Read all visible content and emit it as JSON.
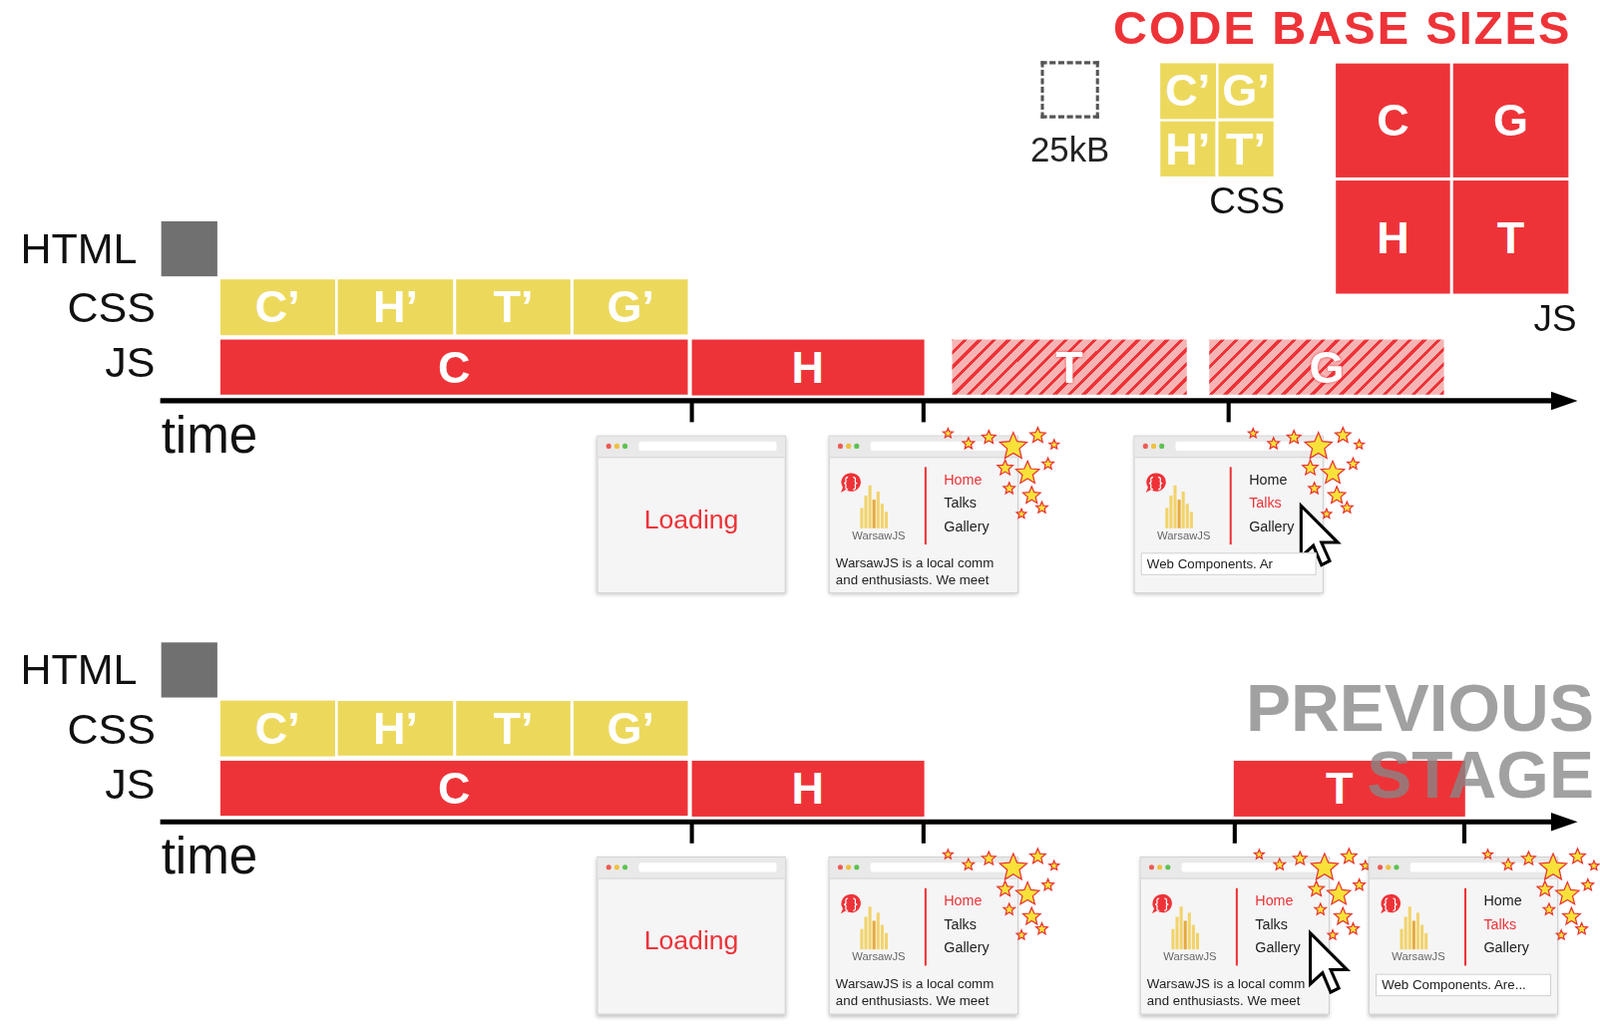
{
  "diagram": {
    "title": "CODE BASE SIZES",
    "nodes": [
      {
        "text": [
          "25kB"
        ]
      },
      {
        "text": [
          "C’"
        ]
      },
      {
        "text": [
          "G’"
        ]
      },
      {
        "text": [
          "H’"
        ]
      },
      {
        "text": [
          "T’"
        ]
      },
      {
        "text": [
          "C"
        ]
      },
      {
        "text": [
          "G"
        ]
      },
      {
        "text": [
          "H"
        ]
      },
      {
        "text": [
          "T"
        ]
      },
      {
        "text": [
          "C’"
        ]
      },
      {
        "text": [
          "H’"
        ]
      },
      {
        "text": [
          "T’"
        ]
      },
      {
        "text": [
          "G’"
        ]
      },
      {
        "text": [
          "C"
        ]
      },
      {
        "text": [
          "H"
        ]
      },
      {
        "text": [
          "T"
        ]
      },
      {
        "text": [
          "G"
        ]
      },
      {
        "text": [
          "Loading"
        ]
      },
      {
        "text": [
          "WarsawJS",
          "Home",
          "Talks",
          "Gallery",
          "WarsawJS is a local comm",
          "and enthusiasts. We meet"
        ]
      },
      {
        "text": [
          "WarsawJS",
          "Home",
          "Talks",
          "Gallery",
          "Web Components. Ar"
        ]
      },
      {
        "text": [
          "C’"
        ]
      },
      {
        "text": [
          "H’"
        ]
      },
      {
        "text": [
          "T’"
        ]
      },
      {
        "text": [
          "G’"
        ]
      },
      {
        "text": [
          "C"
        ]
      },
      {
        "text": [
          "H"
        ]
      },
      {
        "text": [
          "T"
        ]
      },
      {
        "text": [
          "Loading"
        ]
      },
      {
        "text": [
          "WarsawJS",
          "Home",
          "Talks",
          "Gallery",
          "WarsawJS is a local comm",
          "and enthusiasts. We meet"
        ]
      },
      {
        "text": [
          "WarsawJS",
          "Home",
          "Talks",
          "Gallery",
          "WarsawJS is a local comm",
          "and enthusiasts. We meet"
        ]
      },
      {
        "text": [
          "WarsawJS",
          "Home",
          "Talks",
          "Gallery",
          "Web Components. Are..."
        ]
      }
    ],
    "labels": [
      "CSS",
      "JS",
      "HTML",
      "CSS",
      "JS",
      "time",
      "HTML",
      "CSS",
      "JS",
      "time",
      "PREVIOUS STAGE"
    ]
  }
}
